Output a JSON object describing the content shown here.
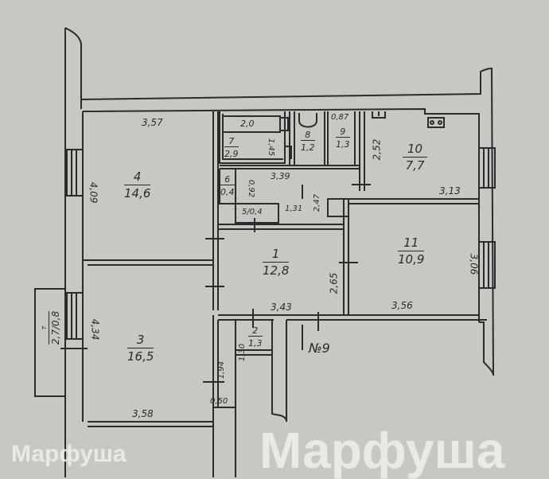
{
  "plan": {
    "background_color": "#c9c7c2",
    "line_color": "#2b2b2b",
    "rooms": [
      {
        "number": "1",
        "area": "12,8"
      },
      {
        "number": "2",
        "area": "1,3"
      },
      {
        "number": "3",
        "area": "16,5"
      },
      {
        "number": "4",
        "area": "14,6"
      },
      {
        "number": "5",
        "area": "0,4"
      },
      {
        "number": "6",
        "area": "0,4"
      },
      {
        "number": "7",
        "area": "2,9"
      },
      {
        "number": "8",
        "area": "1,2"
      },
      {
        "number": "9",
        "area": "1,3"
      },
      {
        "number": "10",
        "area": "7,7"
      },
      {
        "number": "11",
        "area": "10,9"
      }
    ],
    "balcony": {
      "label": "т",
      "dims": "2,7/0,8"
    },
    "dimensions": {
      "room4_width": "3,57",
      "room4_height": "4,09",
      "bath_length": "2,0",
      "room7_height": "1,45",
      "corridor_width": "3,39",
      "room6_height": "0,92",
      "room5_width": "1,31",
      "hall_height": "2,47",
      "wc_width": "0,87",
      "kitchen_height": "2,52",
      "kitchen_width": "3,13",
      "room1_width": "3,43",
      "room1_height": "2,65",
      "room11_width": "3,56",
      "room11_height": "3,06",
      "room3_height": "4,34",
      "room3_width": "3,58",
      "room3_notch_height": "1,94",
      "room3_notch_width": "0,50",
      "room2_height": "1,30"
    },
    "stair_label": "№9",
    "stove_icon": "stove-icon",
    "toilet_icon": "toilet-icon",
    "sink_icon": "sink-icon",
    "bathtub_icon": "bathtub-icon"
  },
  "watermark": {
    "small": "Марфуша",
    "large": "Марфуша"
  }
}
